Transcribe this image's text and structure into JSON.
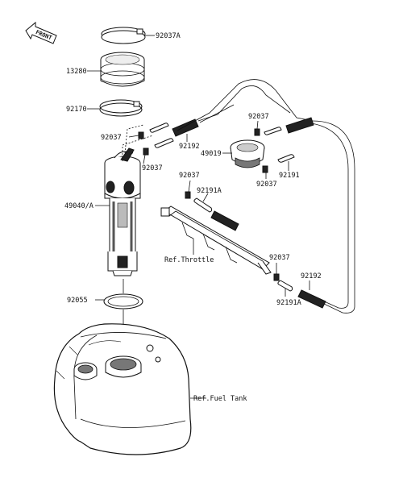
{
  "front_arrow": {
    "label": "FRONT"
  },
  "labels": {
    "band_top": "92037A",
    "grommet": "13280",
    "band_lower": "92170",
    "clamp_left": "92037",
    "hose_short": "92192",
    "clamp_pump": "92037",
    "filter": "49019",
    "clamp_filter_top": "92037",
    "clamp_filter_bottom": "92037",
    "hose_filter": "92191",
    "clamp_center": "92037",
    "hose_center": "92191A",
    "pump": "49040/A",
    "ref_throttle": "Ref.Throttle",
    "clamp_right": "92037",
    "hose_right": "92192",
    "hose_right_lower": "92191A",
    "gasket": "92055",
    "ref_fuel_tank": "Ref.Fuel Tank"
  }
}
